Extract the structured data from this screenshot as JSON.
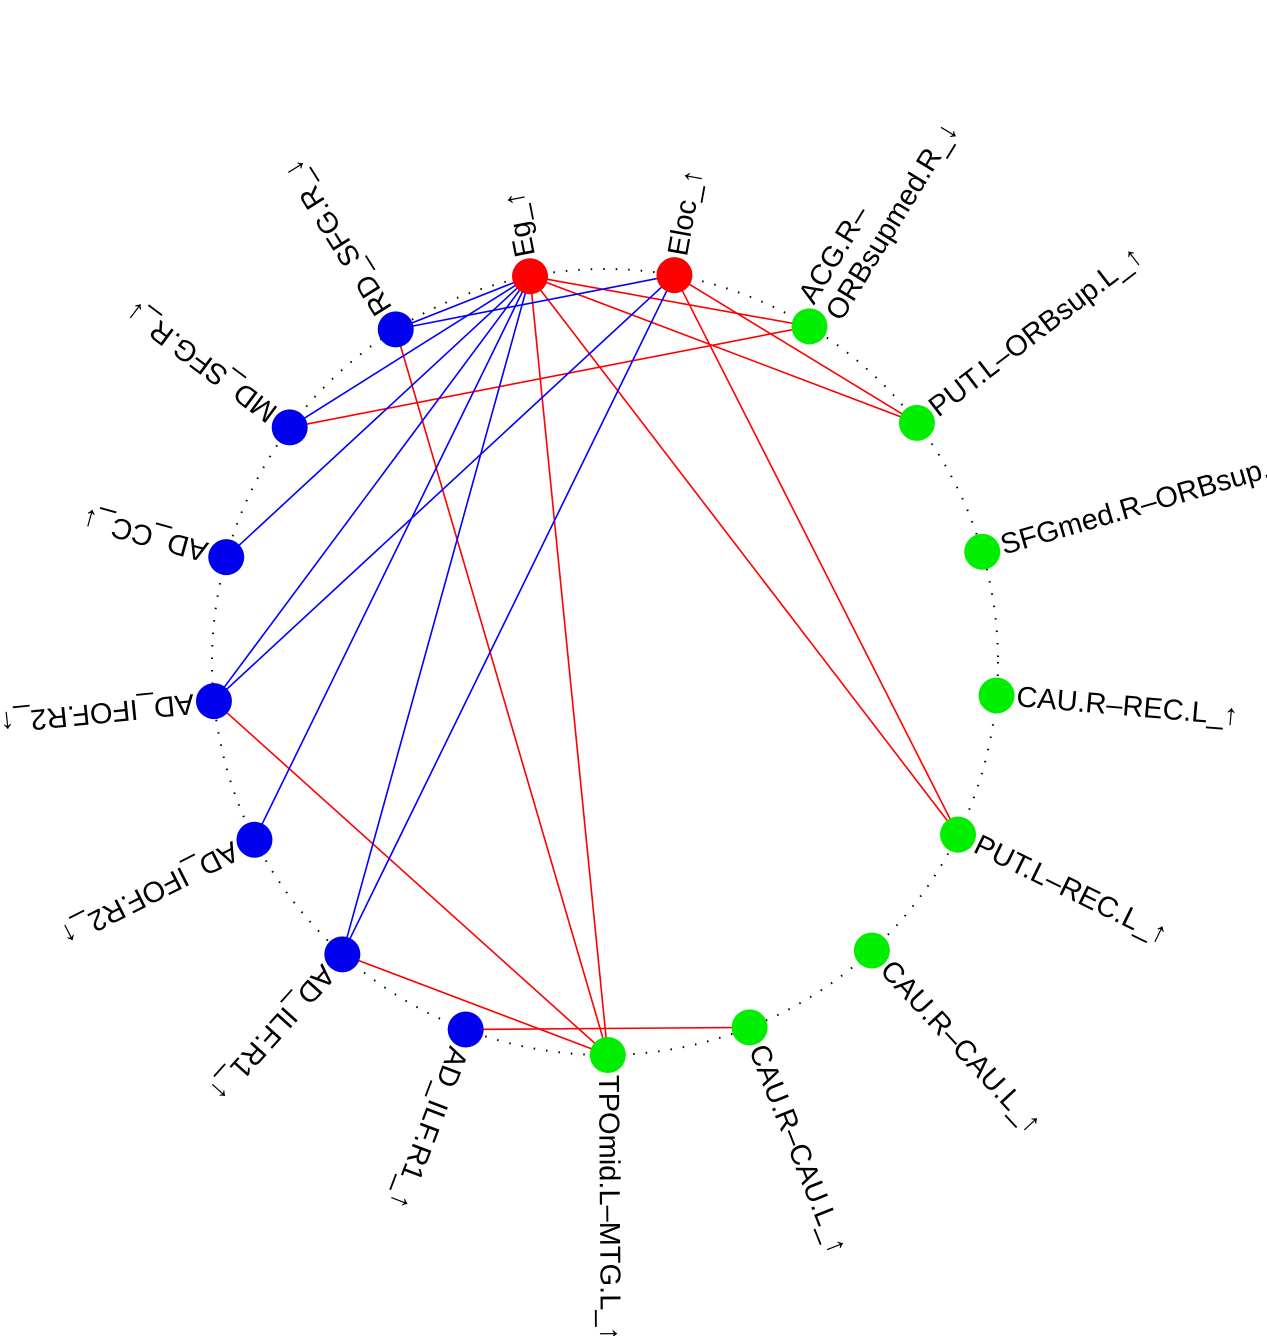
{
  "colors": {
    "measure": "#ff0000",
    "dti": "#0000ee",
    "connectivity": "#00ee00",
    "edge_red": "#ff0000",
    "edge_blue": "#0000ff",
    "ring": "#000000"
  },
  "nodes": [
    {
      "id": "Eg",
      "label": "Eg_↑",
      "group": "measure"
    },
    {
      "id": "Eloc",
      "label": "Eloc_↑",
      "group": "measure"
    },
    {
      "id": "ACG",
      "label": "ACG.R–",
      "label2": "ORBsupmed.R_↓",
      "group": "connectivity"
    },
    {
      "id": "PUTORB",
      "label": "PUT.L–ORBsup.L_↑",
      "group": "connectivity"
    },
    {
      "id": "SFGmed",
      "label": "SFGmed.R–ORBsup.R_↑",
      "group": "connectivity"
    },
    {
      "id": "CAUREC",
      "label": "CAU.R–REC.L_↑",
      "group": "connectivity"
    },
    {
      "id": "PUTREC",
      "label": "PUT.L–REC.L_↑",
      "group": "connectivity"
    },
    {
      "id": "CAUCAU1",
      "label": "CAU.R–CAU.L_↑",
      "group": "connectivity"
    },
    {
      "id": "CAUCAU2",
      "label": "CAU.R–CAU.L_↑",
      "group": "connectivity"
    },
    {
      "id": "TPO",
      "label": "TPOmid.L–MTG.L_↑",
      "group": "connectivity"
    },
    {
      "id": "ILF1b",
      "label": "AD_ILF.R1_↑",
      "group": "dti"
    },
    {
      "id": "ILF1a",
      "label": "AD_ILF.R1_↑",
      "group": "dti"
    },
    {
      "id": "IFOF2b",
      "label": "AD_IFOF.R2_↑",
      "group": "dti"
    },
    {
      "id": "IFOF2a",
      "label": "AD_IFOF.R2_↑",
      "group": "dti"
    },
    {
      "id": "CC",
      "label": "AD_CC_↓",
      "group": "dti"
    },
    {
      "id": "MDSFG",
      "label": "MD_SFG.R_↓",
      "group": "dti"
    },
    {
      "id": "RDSFG",
      "label": "RD_SFG.R_↓",
      "group": "dti"
    }
  ],
  "edges": [
    {
      "from": "Eloc",
      "to": "PUTORB",
      "color": "edge_red"
    },
    {
      "from": "Eg",
      "to": "ACG",
      "color": "edge_red"
    },
    {
      "from": "Eg",
      "to": "PUTORB",
      "color": "edge_red"
    },
    {
      "from": "Eg",
      "to": "PUTREC",
      "color": "edge_red"
    },
    {
      "from": "Eloc",
      "to": "PUTREC",
      "color": "edge_red"
    },
    {
      "from": "Eg",
      "to": "TPO",
      "color": "edge_red"
    },
    {
      "from": "MDSFG",
      "to": "ACG",
      "color": "edge_red"
    },
    {
      "from": "RDSFG",
      "to": "TPO",
      "color": "edge_red"
    },
    {
      "from": "IFOF2a",
      "to": "TPO",
      "color": "edge_red"
    },
    {
      "from": "ILF1b",
      "to": "CAUCAU2",
      "color": "edge_red"
    },
    {
      "from": "ILF1a",
      "to": "TPO",
      "color": "edge_red"
    },
    {
      "from": "Eg",
      "to": "RDSFG",
      "color": "edge_blue"
    },
    {
      "from": "Eg",
      "to": "MDSFG",
      "color": "edge_blue"
    },
    {
      "from": "Eg",
      "to": "CC",
      "color": "edge_blue"
    },
    {
      "from": "Eg",
      "to": "IFOF2a",
      "color": "edge_blue"
    },
    {
      "from": "Eg",
      "to": "IFOF2b",
      "color": "edge_blue"
    },
    {
      "from": "Eg",
      "to": "ILF1a",
      "color": "edge_blue"
    },
    {
      "from": "Eloc",
      "to": "RDSFG",
      "color": "edge_blue"
    },
    {
      "from": "Eloc",
      "to": "IFOF2a",
      "color": "edge_blue"
    },
    {
      "from": "Eloc",
      "to": "ILF1a",
      "color": "edge_blue"
    }
  ]
}
